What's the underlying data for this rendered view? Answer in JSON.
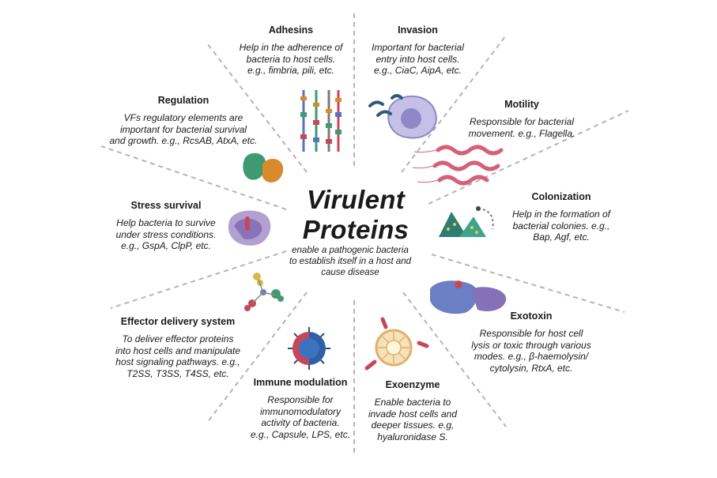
{
  "center": {
    "title_line1": "Virulent",
    "title_line2": "Proteins",
    "description": "enable a pathogenic bacteria to establish itself  in a host and cause disease"
  },
  "sections": {
    "adhesins": {
      "title": "Adhesins",
      "desc": [
        "Help in the adherence of",
        "bacteria to host cells.",
        "e.g., fimbria, pili, etc."
      ],
      "icon": "pili-fimbriae-icon"
    },
    "invasion": {
      "title": "Invasion",
      "desc": [
        "Important for bacterial",
        "entry into  host cells.",
        "e.g., CiaC, AipA, etc."
      ],
      "icon": "host-cell-invasion-icon"
    },
    "motility": {
      "title": "Motility",
      "desc": [
        "Responsible for bacterial",
        "movement. e.g., Flagella."
      ],
      "icon": "flagella-icon"
    },
    "colonization": {
      "title": "Colonization",
      "desc": [
        "Help in the formation of",
        "bacterial colonies. e.g.,",
        "Bap, Agf, etc."
      ],
      "icon": "bacterial-colonies-icon"
    },
    "exotoxin": {
      "title": "Exotoxin",
      "desc": [
        "Responsible for host cell",
        "lysis or toxic through various",
        "modes. e.g., β-haemolysin/",
        "cytolysin, RtxA, etc."
      ],
      "icon": "toxin-protein-icon"
    },
    "exoenzyme": {
      "title": "Exoenzyme",
      "desc": [
        "Enable bacteria to",
        "invade host cells and",
        "deeper tissues. e.g,",
        "hyaluronidase S."
      ],
      "icon": "tissue-invasion-icon"
    },
    "immune": {
      "title": "Immune modulation",
      "desc": [
        "Responsible for",
        "immunomodulatory",
        "activity of bacteria.",
        "e.g., Capsule, LPS, etc."
      ],
      "icon": "capsule-bacterium-icon"
    },
    "effector": {
      "title": "Effector delivery system",
      "desc": [
        "To deliver effector proteins",
        "into host cells and manipulate",
        "host signaling pathways. e.g.,",
        "T2SS, T3SS, T4SS, etc."
      ],
      "icon": "secretion-system-icon"
    },
    "stress": {
      "title": "Stress survival",
      "desc": [
        "Help bacteria to survive",
        "under stress conditions.",
        "e.g.,  GspA,  ClpP, etc."
      ],
      "icon": "stressed-bacterium-icon"
    },
    "regulation": {
      "title": "Regulation",
      "desc": [
        "VFs regulatory elements are",
        "important for bacterial survival",
        "and growth. e.g., RcsAB, AtxA, etc."
      ],
      "icon": "regulatory-protein-icon"
    }
  },
  "colors": {
    "ray": "#b4b4b4",
    "bacterium_red": "#c8465a",
    "host_cell": "#a9a3d9",
    "protein_blue": "#5a73b8",
    "protein_green": "#3f9a72",
    "protein_orange": "#d98a2b"
  }
}
